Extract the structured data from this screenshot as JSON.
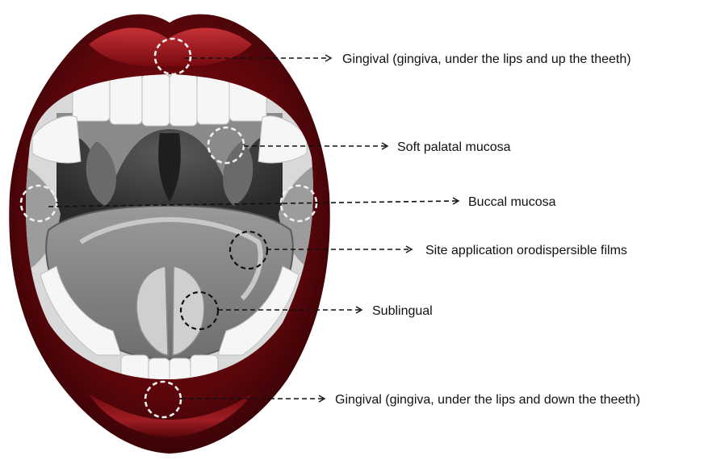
{
  "labels": {
    "gingival_upper": "Gingival (gingiva, under the lips and up the theeth)",
    "soft_palatal": "Soft palatal mucosa",
    "buccal": "Buccal mucosa",
    "odf_site": "Site application orodispersible films",
    "sublingual": "Sublingual",
    "gingival_lower": "Gingival (gingiva, under the lips and down the theeth)"
  },
  "colors": {
    "lip_dark": "#4a0407",
    "lip_mid": "#7a0a10",
    "lip_highlight": "#c42a30",
    "teeth": "#f4f4f4",
    "mouth_dark": "#3c3c3c",
    "tongue": "#a9a9a9",
    "leader_line": "#111111"
  }
}
